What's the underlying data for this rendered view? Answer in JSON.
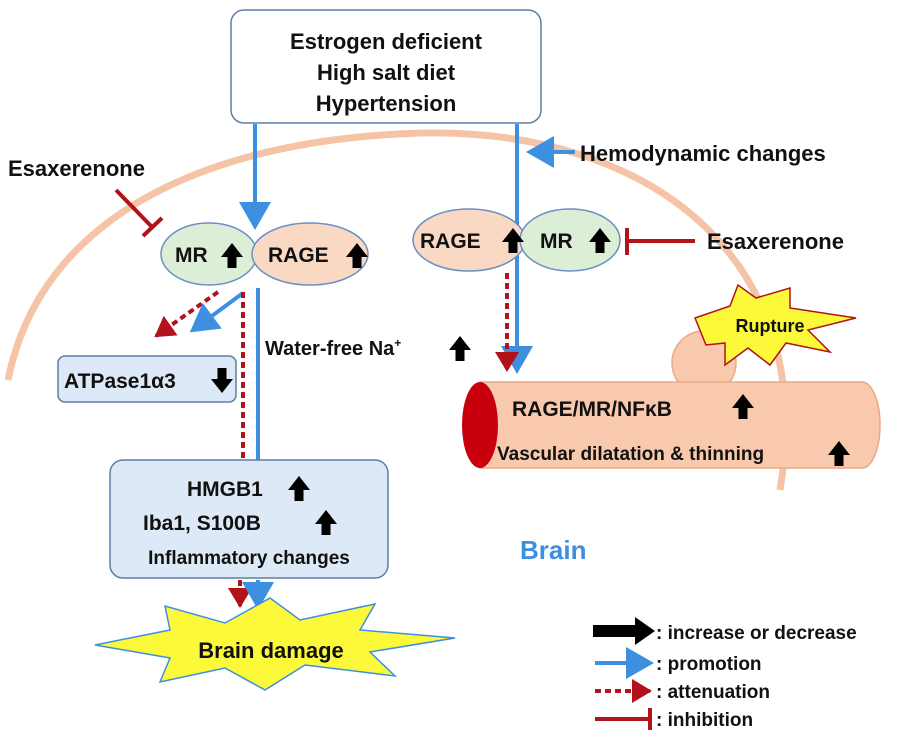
{
  "top_box": {
    "line1": "Estrogen deficient",
    "line2": "High salt diet",
    "line3": "Hypertension"
  },
  "left": {
    "drug": "Esaxerenone",
    "mr": "MR",
    "rage": "RAGE",
    "atpase": "ATPase1α3",
    "water_free_na": "Water-free Na",
    "na_superscript": "+",
    "hmgb1": "HMGB1",
    "iba1": "Iba1, S100B",
    "inflammatory": "Inflammatory changes",
    "damage": "Brain damage"
  },
  "right": {
    "hemodynamic": "Hemodynamic changes",
    "rage": "RAGE",
    "mr": "MR",
    "drug": "Esaxerenone",
    "rupture": "Rupture",
    "vessel_line1": "RAGE/MR/NFκB",
    "vessel_line2": "Vascular dilatation & thinning"
  },
  "brain_label": "Brain",
  "legend": {
    "increase": ": increase or decrease",
    "promotion": ": promotion",
    "attenuation": ": attenuation",
    "inhibition": ": inhibition"
  },
  "colors": {
    "promotion": "#3d8fe0",
    "attenuation": "#b3121b",
    "inhibition": "#b3121b",
    "brain_outline": "#f5c4a6",
    "vessel": "#f9c9ad",
    "receptor_green": "#dcefd6",
    "receptor_peach": "#f9d9c4",
    "box_blue": "#dde9f6",
    "burst_yellow": "#fcf93a",
    "brain_label": "#3d8fe0"
  }
}
